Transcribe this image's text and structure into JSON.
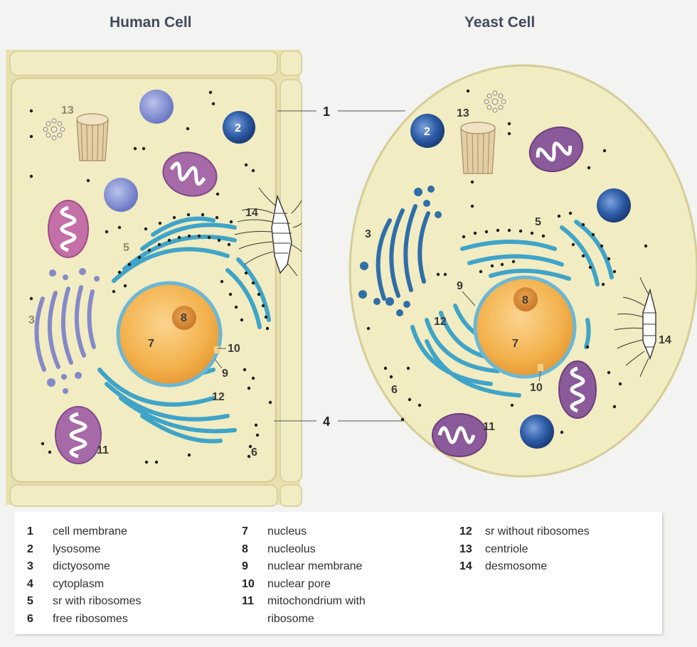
{
  "titles": {
    "human": "Human Cell",
    "yeast": "Yeast Cell"
  },
  "callouts": {
    "human": [
      "13",
      "2",
      "14",
      "5",
      "3",
      "8",
      "7",
      "10",
      "9",
      "12",
      "11",
      "6"
    ],
    "yeast": [
      "2",
      "13",
      "3",
      "5",
      "9",
      "8",
      "12",
      "7",
      "14",
      "6",
      "10",
      "11"
    ],
    "shared": [
      "1",
      "4"
    ]
  },
  "legend": [
    {
      "num": "1",
      "label": "cell membrane"
    },
    {
      "num": "2",
      "label": "lysosome"
    },
    {
      "num": "3",
      "label": "dictyosome"
    },
    {
      "num": "4",
      "label": "cytoplasm"
    },
    {
      "num": "5",
      "label": "sr with ribosomes"
    },
    {
      "num": "6",
      "label": "free ribosomes"
    },
    {
      "num": "7",
      "label": "nucleus"
    },
    {
      "num": "8",
      "label": "nucleolus"
    },
    {
      "num": "9",
      "label": "nuclear membrane"
    },
    {
      "num": "10",
      "label": "nuclear pore"
    },
    {
      "num": "11",
      "label": "mitochondrium with ribosome"
    },
    {
      "num": "12",
      "label": "sr without ribosomes"
    },
    {
      "num": "13",
      "label": "centriole"
    },
    {
      "num": "14",
      "label": "desmosome"
    }
  ],
  "colors": {
    "cytoplasm": "#f2ecc2",
    "membrane": "#d9d2a0",
    "nucleus": "#f3b24d",
    "nucleolus": "#d98c2e",
    "er": "#3fa4c8",
    "lysosome": "#2f5ea8",
    "mitochondrion": "#8b5a9a",
    "dictyosome": "#7f84c6"
  }
}
